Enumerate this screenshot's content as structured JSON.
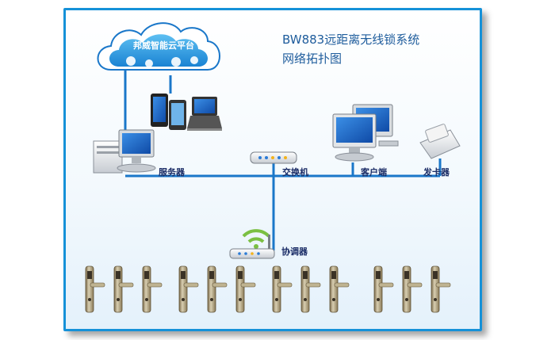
{
  "title": {
    "line1": "BW883远距离无线锁系统",
    "line2": "网络拓扑图"
  },
  "cloud": {
    "label": "邦威智能云平台"
  },
  "nodes": {
    "server": "服务器",
    "switch": "交换机",
    "client": "客户端",
    "card_issuer": "发卡器",
    "coordinator": "协调器"
  },
  "colors": {
    "frame_border": "#1591d8",
    "network_line": "#1a77c9",
    "cloud_fill": "#2f9ce0",
    "label_text": "#1a2c66"
  },
  "locks": {
    "groups": 4,
    "per_group": 3
  }
}
